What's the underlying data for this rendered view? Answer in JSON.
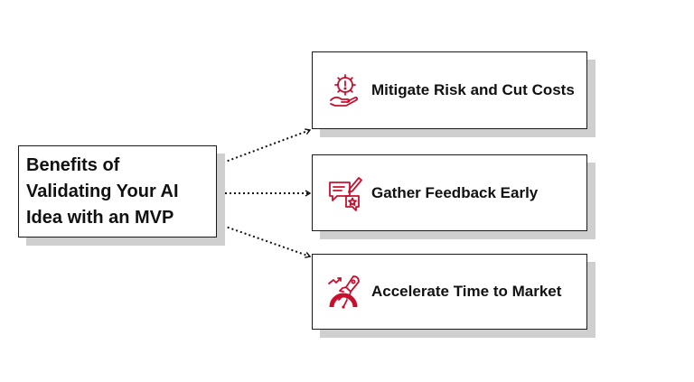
{
  "main": {
    "title": "Benefits of\nValidating Your AI\nIdea with an MVP"
  },
  "benefits": [
    {
      "label": "Mitigate Risk and Cut Costs",
      "icon": "risk-gear-hand-icon"
    },
    {
      "label": "Gather Feedback Early",
      "icon": "feedback-document-pencil-icon"
    },
    {
      "label": "Accelerate Time to Market",
      "icon": "rocket-speedometer-icon"
    }
  ],
  "colors": {
    "accent": "#c8102e",
    "border": "#1a1a1a",
    "shadow": "#cfcfcf",
    "text": "#111111"
  }
}
